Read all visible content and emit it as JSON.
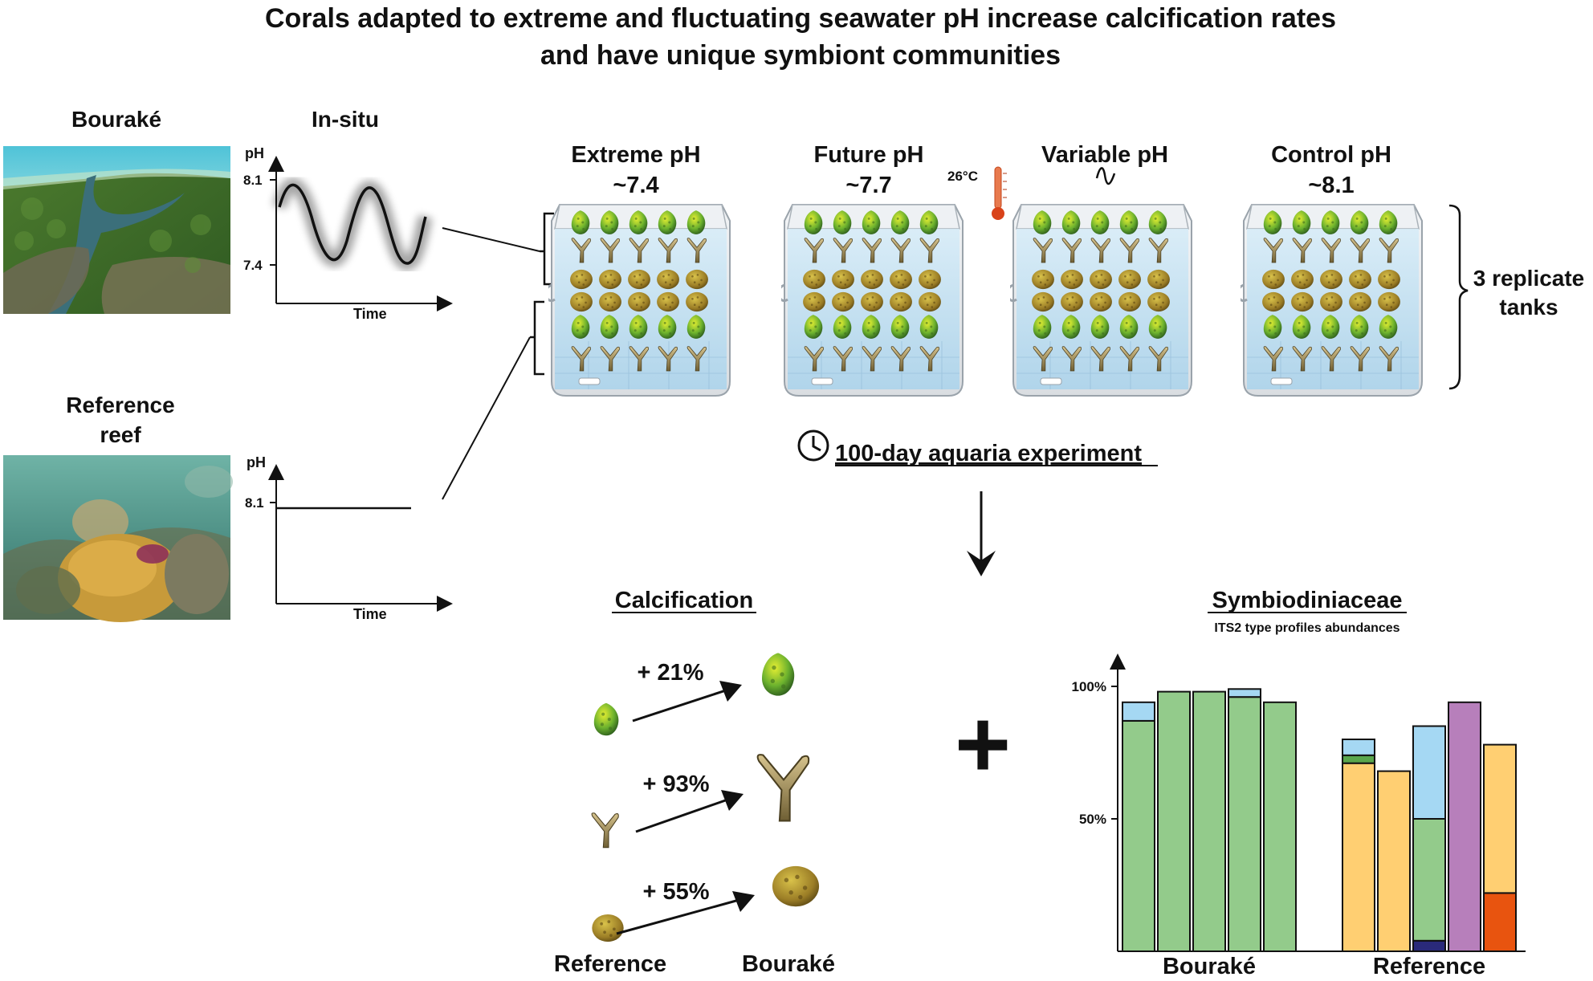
{
  "title": {
    "line1": "Corals adapted to extreme and fluctuating seawater pH increase calcification rates",
    "line2": "and have unique symbiont communities"
  },
  "sites": {
    "bourake": "Bouraké",
    "in_situ": "In-situ",
    "reference_line1": "Reference",
    "reference_line2": "reef"
  },
  "insitu_plots": {
    "y_label": "pH",
    "x_label": "Time",
    "top_tick_bourake": "8.1",
    "bottom_tick_bourake": "7.4",
    "top_tick_reference": "8.1"
  },
  "treatments": [
    {
      "name": "Extreme pH",
      "value": "~7.4"
    },
    {
      "name": "Future pH",
      "value": "~7.7"
    },
    {
      "name": "Variable pH",
      "value": ""
    },
    {
      "name": "Control pH",
      "value": "~8.1"
    }
  ],
  "temperature_label": "26°C",
  "replicates": {
    "line1": "3 replicate",
    "line2": "tanks"
  },
  "experiment_label": "100-day aquaria experiment",
  "calcification": {
    "title": "Calcification",
    "increases": [
      "+ 21%",
      "+ 93%",
      "+ 55%"
    ],
    "from_label": "Reference",
    "to_label": "Bouraké"
  },
  "plus_sign": "+",
  "symbiont_chart": {
    "title": "Symbiodiniaceae",
    "subtitle": "ITS2 type profiles abundances",
    "colors": {
      "green": "#93cb8b",
      "lightblue": "#a5d8f3",
      "orange": "#ffcf72",
      "darkgreen": "#5aa64c",
      "navy": "#2a2a7a",
      "purple": "#b77fbb",
      "redorange": "#e8540f"
    },
    "chart_data": {
      "type": "bar",
      "stacked": true,
      "y_ticks": [
        "100%",
        "50%"
      ],
      "y_tick_values": [
        100,
        50
      ],
      "ylim": [
        0,
        112
      ],
      "groups": [
        {
          "name": "Bouraké",
          "bars": [
            [
              {
                "color": "green",
                "value": 87
              },
              {
                "color": "lightblue",
                "value": 7
              }
            ],
            [
              {
                "color": "green",
                "value": 98
              }
            ],
            [
              {
                "color": "green",
                "value": 98
              }
            ],
            [
              {
                "color": "green",
                "value": 96
              },
              {
                "color": "lightblue",
                "value": 3
              }
            ],
            [
              {
                "color": "green",
                "value": 94
              }
            ]
          ]
        },
        {
          "name": "Reference",
          "bars": [
            [
              {
                "color": "orange",
                "value": 71
              },
              {
                "color": "darkgreen",
                "value": 3
              },
              {
                "color": "lightblue",
                "value": 6
              }
            ],
            [
              {
                "color": "orange",
                "value": 68
              }
            ],
            [
              {
                "color": "navy",
                "value": 4
              },
              {
                "color": "green",
                "value": 46
              },
              {
                "color": "lightblue",
                "value": 35
              }
            ],
            [
              {
                "color": "purple",
                "value": 94
              }
            ],
            [
              {
                "color": "redorange",
                "value": 22
              },
              {
                "color": "orange",
                "value": 56
              }
            ]
          ]
        }
      ]
    }
  }
}
